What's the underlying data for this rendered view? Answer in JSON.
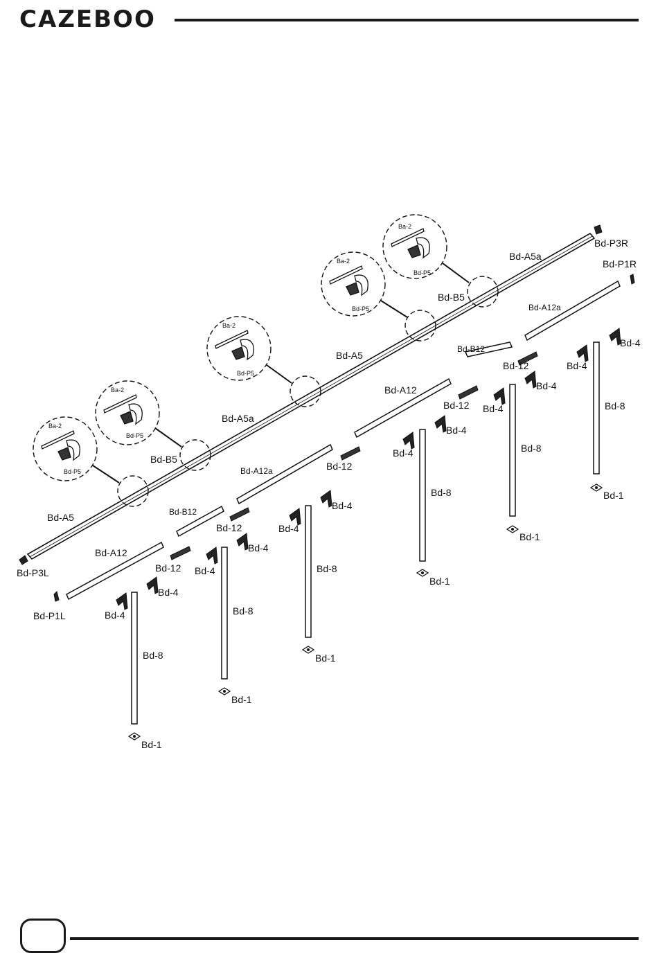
{
  "brand": {
    "logo_text": "CAZEBOO"
  },
  "labels": {
    "bd_a5": "Bd-A5",
    "bd_a5a": "Bd-A5a",
    "bd_b5": "Bd-B5",
    "bd_a12": "Bd-A12",
    "bd_a12a": "Bd-A12a",
    "bd_b12": "Bd-B12",
    "bd_12": "Bd-12",
    "bd_4": "Bd-4",
    "bd_8": "Bd-8",
    "bd_1": "Bd-1",
    "bd_p1l": "Bd-P1L",
    "bd_p1r": "Bd-P1R",
    "bd_p3l": "Bd-P3L",
    "bd_p3r": "Bd-P3R",
    "ba_2": "Ba-2",
    "bd_p5": "Bd-P5"
  },
  "footer": {
    "page_number": ""
  }
}
